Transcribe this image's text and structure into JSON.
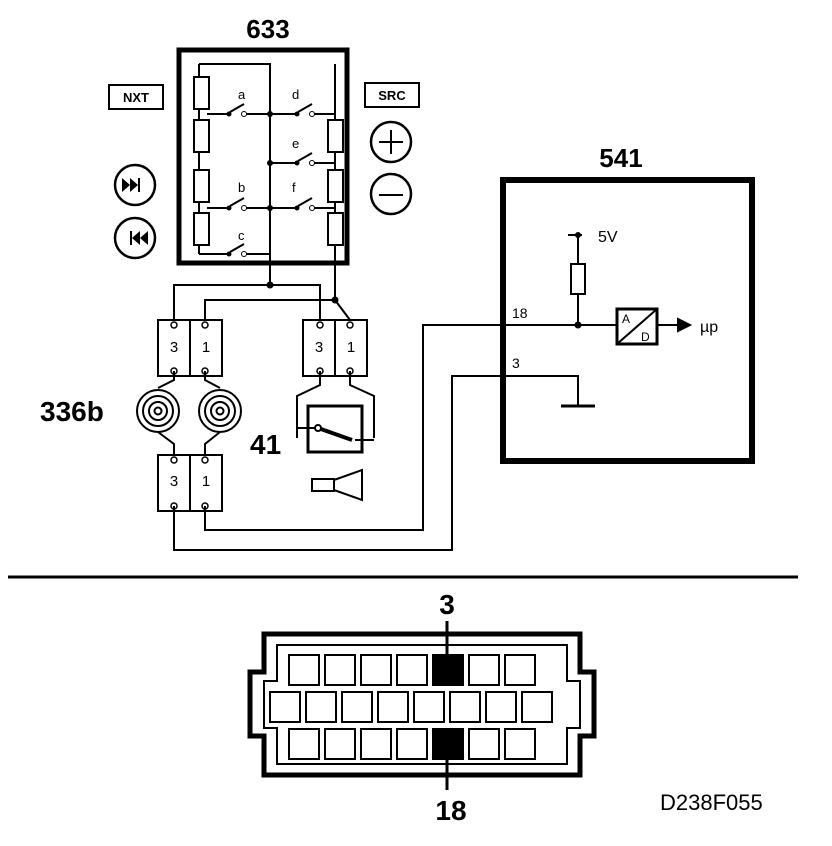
{
  "components": {
    "switch_unit": {
      "id": "633"
    },
    "ecu": {
      "id": "541"
    },
    "rotary_coupler": {
      "id": "336b"
    },
    "horn": {
      "id": "41"
    }
  },
  "buttons": {
    "next": "NXT",
    "source": "SRC"
  },
  "switch_letters": [
    "a",
    "b",
    "c",
    "d",
    "e",
    "f"
  ],
  "connector_pins": [
    "3",
    "1",
    "3",
    "1",
    "3",
    "1"
  ],
  "ecu_internal": {
    "supply": "5V",
    "pin_signal": "18",
    "pin_ground": "3",
    "adc_a": "A",
    "adc_d": "D",
    "output": "µp"
  },
  "plug": {
    "pin_top": "3",
    "pin_bottom": "18"
  },
  "figure_ref": "D238F055"
}
